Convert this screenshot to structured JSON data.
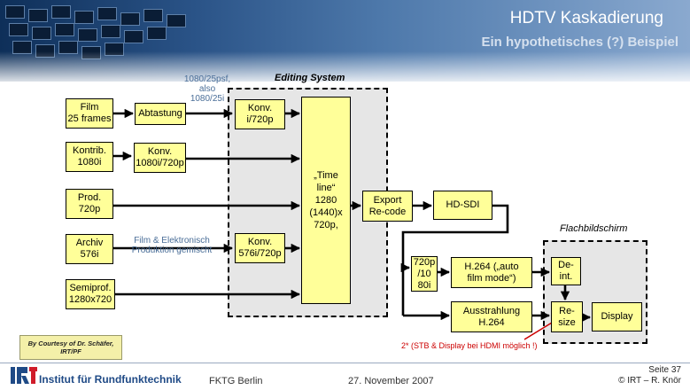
{
  "header": {
    "title": "HDTV Kaskadierung",
    "subtitle": "Ein hypothetisches (?) Beispiel"
  },
  "regions": {
    "editing_system": "Editing System",
    "flachbildschirm": "Flachbildschirm"
  },
  "nodes": {
    "film": "Film\n25 frames",
    "abtastung": "Abtastung",
    "kontrib": "Kontrib.\n1080i",
    "konv_1080i_720p": "Konv.\n1080i/720p",
    "prod": "Prod.\n720p",
    "archiv": "Archiv\n576i",
    "semiprof": "Semiprof.\n1280x720",
    "konv_i_720p": "Konv.\ni/720p",
    "konv_576i_720p": "Konv.\n576i/720p",
    "timeline": "„Time\nline“\n1280\n(1440)x\n720p,",
    "export": "Export\nRe-code",
    "hdsdi": "HD-SDI",
    "conv_720p_1080i": "720p\n/10\n80i",
    "h264_auto": "H.264 („auto\nfilm mode“)",
    "ausstrahlung": "Ausstrahlung\nH.264",
    "deint": "De-\nint.",
    "resize": "Re-\nsize",
    "display": "Display"
  },
  "notes": {
    "format_note": "1080/25psf,\nalso\n1080/25i",
    "film_elektronisch": "Film & Elektronisch\nProduktion gemischt",
    "hdmi_note": "2* (STB & Display bei HDMI möglich !)",
    "courtesy_line1": "By Courtesy of Dr. Schäfer,",
    "courtesy_line2": "IRT/PF"
  },
  "footer": {
    "logo_text": "Institut für Rundfunktechnik",
    "event": "FKTG Berlin",
    "date": "27. November 2007",
    "page": "Seite 37",
    "copyright": "© IRT – R. Knör"
  },
  "colors": {
    "box_fill": "#ffff99",
    "region_fill": "#e6e6e6",
    "note_blue": "#4a6e98",
    "annotation_red": "#cc0000",
    "header_dark": "#0e2f59",
    "logo_blue": "#1f4a86",
    "logo_red": "#d01c2a"
  }
}
